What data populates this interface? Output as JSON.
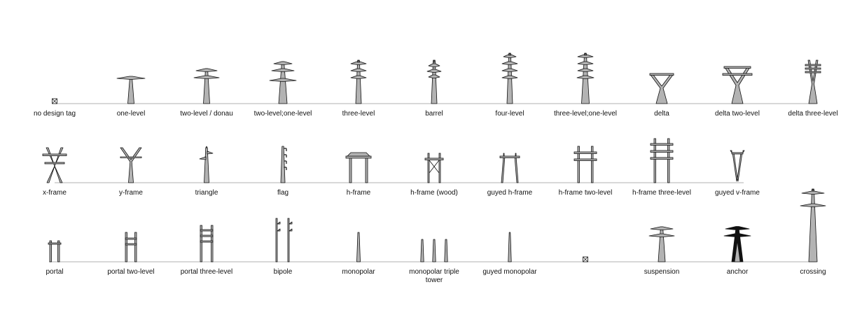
{
  "colors": {
    "fill": "#b3b3b3",
    "stroke": "#111111",
    "baseline": "#999999"
  },
  "rows": [
    {
      "items": [
        {
          "shape": "empty",
          "label": "no design tag"
        },
        {
          "shape": "one-level",
          "label": "one-level"
        },
        {
          "shape": "two-level",
          "label": "two-level / donau"
        },
        {
          "shape": "two-level-one-level",
          "label": "two-level;one-level"
        },
        {
          "shape": "three-level",
          "label": "three-level"
        },
        {
          "shape": "barrel",
          "label": "barrel"
        },
        {
          "shape": "four-level",
          "label": "four-level"
        },
        {
          "shape": "three-level-one-level",
          "label": "three-level;one-level"
        },
        {
          "shape": "delta",
          "label": "delta"
        },
        {
          "shape": "delta-two-level",
          "label": "delta two-level"
        },
        {
          "shape": "delta-three-level",
          "label": "delta three-level"
        }
      ]
    },
    {
      "items": [
        {
          "shape": "x-frame",
          "label": "x-frame"
        },
        {
          "shape": "y-frame",
          "label": "y-frame"
        },
        {
          "shape": "triangle",
          "label": "triangle"
        },
        {
          "shape": "flag",
          "label": "flag"
        },
        {
          "shape": "h-frame",
          "label": "h-frame"
        },
        {
          "shape": "h-frame-wood",
          "label": "h-frame (wood)"
        },
        {
          "shape": "guyed-h-frame",
          "label": "guyed h-frame"
        },
        {
          "shape": "h-frame-two-level",
          "label": "h-frame two-level"
        },
        {
          "shape": "h-frame-three-level",
          "label": "h-frame three-level"
        },
        {
          "shape": "guyed-v-frame",
          "label": "guyed v-frame"
        }
      ]
    },
    {
      "items": [
        {
          "shape": "portal",
          "label": "portal"
        },
        {
          "shape": "portal-two-level",
          "label": "portal two-level"
        },
        {
          "shape": "portal-three-level",
          "label": "portal three-level"
        },
        {
          "shape": "bipole",
          "label": "bipole"
        },
        {
          "shape": "monopolar",
          "label": "monopolar"
        },
        {
          "shape": "monopolar-triple",
          "label": "monopolar triple tower"
        },
        {
          "shape": "guyed-monopolar",
          "label": "guyed monopolar"
        },
        {
          "shape": "empty",
          "label": ""
        },
        {
          "shape": "suspension",
          "label": "suspension"
        },
        {
          "shape": "anchor",
          "label": "anchor"
        },
        {
          "shape": "crossing",
          "label": "crossing"
        }
      ]
    }
  ]
}
